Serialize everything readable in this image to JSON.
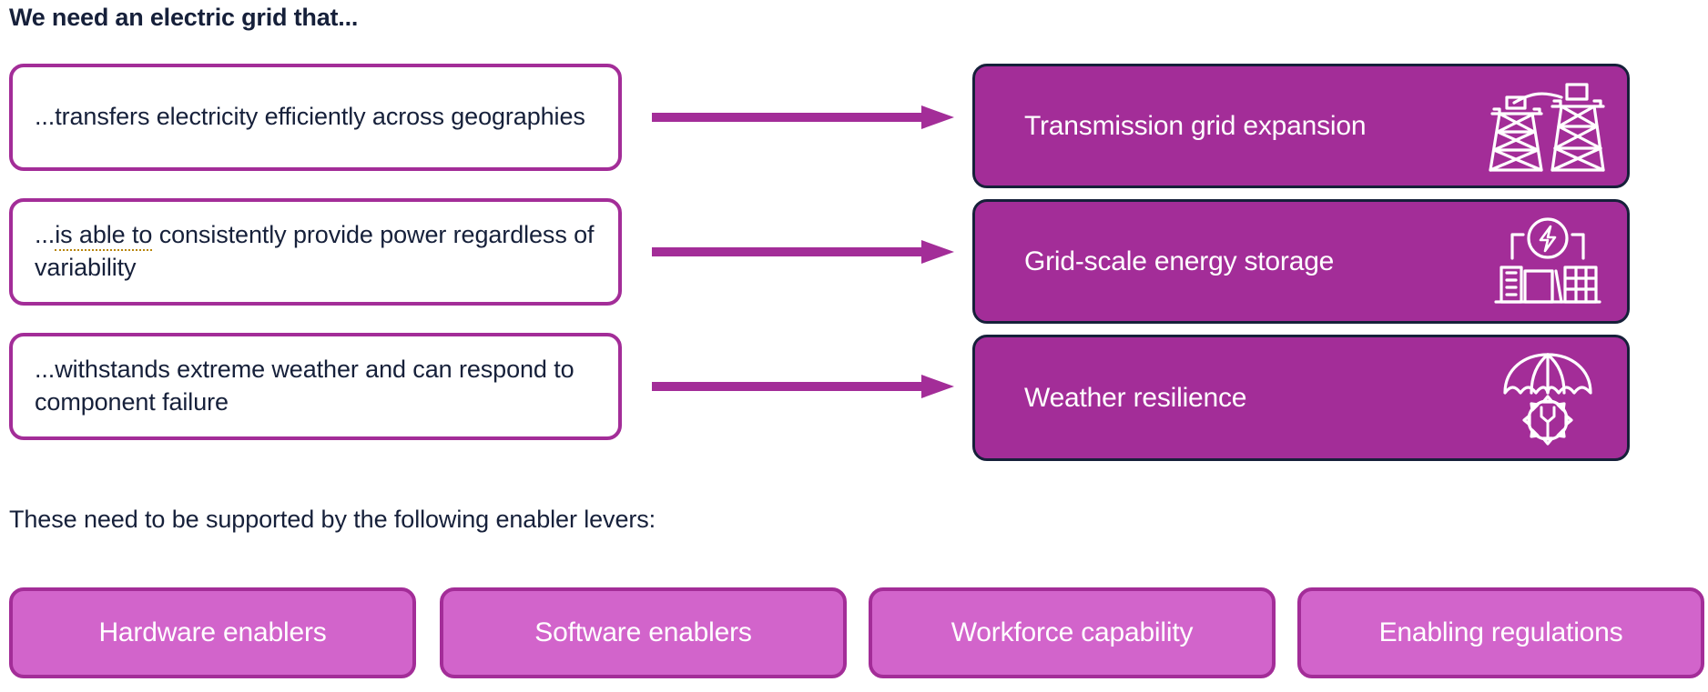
{
  "page": {
    "title": "We need an electric grid that...",
    "enablers_intro": "These need to be supported by the following enabler levers:",
    "colors": {
      "ink": "#16203a",
      "magenta": "#a32d98",
      "light_magenta": "#d264cb",
      "white": "#ffffff",
      "grammar_underline": "#b8860b"
    }
  },
  "needs": [
    {
      "text": "...transfers electricity efficiently across geographies",
      "marked_phrase": "",
      "prefix": "...transfers electricity efficiently across geographies",
      "suffix": ""
    },
    {
      "text": "...is able to consistently provide power regardless of variability",
      "marked_phrase": "is able to",
      "prefix": "...",
      "suffix": " consistently provide power regardless of variability"
    },
    {
      "text": "...withstands extreme weather and can respond to component failure",
      "marked_phrase": "",
      "prefix": "...withstands extreme weather and can respond to component failure",
      "suffix": ""
    }
  ],
  "levers": [
    {
      "label": "Transmission grid expansion",
      "icon": "transmission-tower-icon"
    },
    {
      "label": "Grid-scale energy storage",
      "icon": "battery-storage-plant-icon"
    },
    {
      "label": "Weather resilience",
      "icon": "umbrella-gear-wrench-icon"
    }
  ],
  "arrows": [
    {
      "name": "arrow-need-to-lever-1"
    },
    {
      "name": "arrow-need-to-lever-2"
    },
    {
      "name": "arrow-need-to-lever-3"
    }
  ],
  "enablers": [
    {
      "label": "Hardware enablers"
    },
    {
      "label": "Software enablers"
    },
    {
      "label": "Workforce capability"
    },
    {
      "label": "Enabling regulations"
    }
  ]
}
